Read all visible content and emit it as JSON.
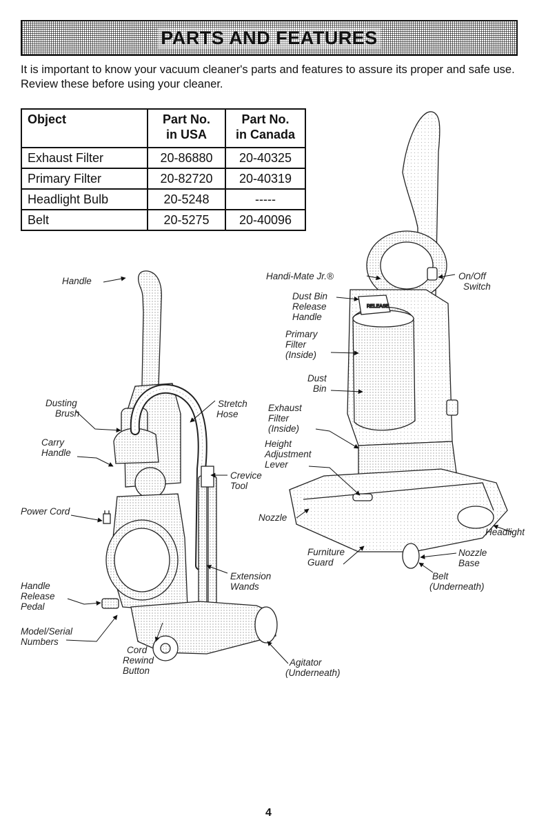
{
  "page": {
    "title": "PARTS AND FEATURES",
    "intro": "It is important to know your vacuum cleaner's parts and features to assure its proper and safe use. Review these before using your cleaner.",
    "page_number": "4"
  },
  "table": {
    "headers": [
      [
        "Object"
      ],
      [
        "Part No.",
        "in USA"
      ],
      [
        "Part No.",
        "in Canada"
      ]
    ],
    "rows": [
      [
        "Exhaust Filter",
        "20-86880",
        "20-40325"
      ],
      [
        "Primary Filter",
        "20-82720",
        "20-40319"
      ],
      [
        "Headlight Bulb",
        "20-5248",
        "-----"
      ],
      [
        "Belt",
        "20-5275",
        "20-40096"
      ]
    ]
  },
  "labels": {
    "handle": [
      "Handle"
    ],
    "dusting_brush": [
      "Dusting",
      "Brush"
    ],
    "carry_handle": [
      "Carry",
      "Handle"
    ],
    "power_cord": [
      "Power Cord"
    ],
    "handle_release_pedal": [
      "Handle",
      "Release",
      "Pedal"
    ],
    "model_serial_numbers": [
      "Model/Serial",
      "Numbers"
    ],
    "cord_rewind_button": [
      "Cord",
      "Rewind",
      "Button"
    ],
    "stretch_hose": [
      "Stretch",
      "Hose"
    ],
    "crevice_tool": [
      "Crevice",
      "Tool"
    ],
    "extension_wands": [
      "Extension",
      "Wands"
    ],
    "agitator": [
      "Agitator",
      "(Underneath)"
    ],
    "handi_mate": [
      "Handi-Mate Jr.®"
    ],
    "dust_bin_release_handle": [
      "Dust Bin",
      "Release",
      "Handle"
    ],
    "primary_filter": [
      "Primary",
      "Filter",
      "(Inside)"
    ],
    "dust_bin": [
      "Dust",
      "Bin"
    ],
    "exhaust_filter": [
      "Exhaust",
      "Filter",
      "(Inside)"
    ],
    "height_adjustment_lever": [
      "Height",
      "Adjustment",
      "Lever"
    ],
    "nozzle": [
      "Nozzle"
    ],
    "on_off_switch": [
      "On/Off",
      "Switch"
    ],
    "headlight": [
      "Headlight"
    ],
    "nozzle_base": [
      "Nozzle",
      "Base"
    ],
    "belt": [
      "Belt",
      "(Underneath)"
    ],
    "furniture_guard": [
      "Furniture",
      "Guard"
    ],
    "bin_lid_text": "RELEASE"
  }
}
